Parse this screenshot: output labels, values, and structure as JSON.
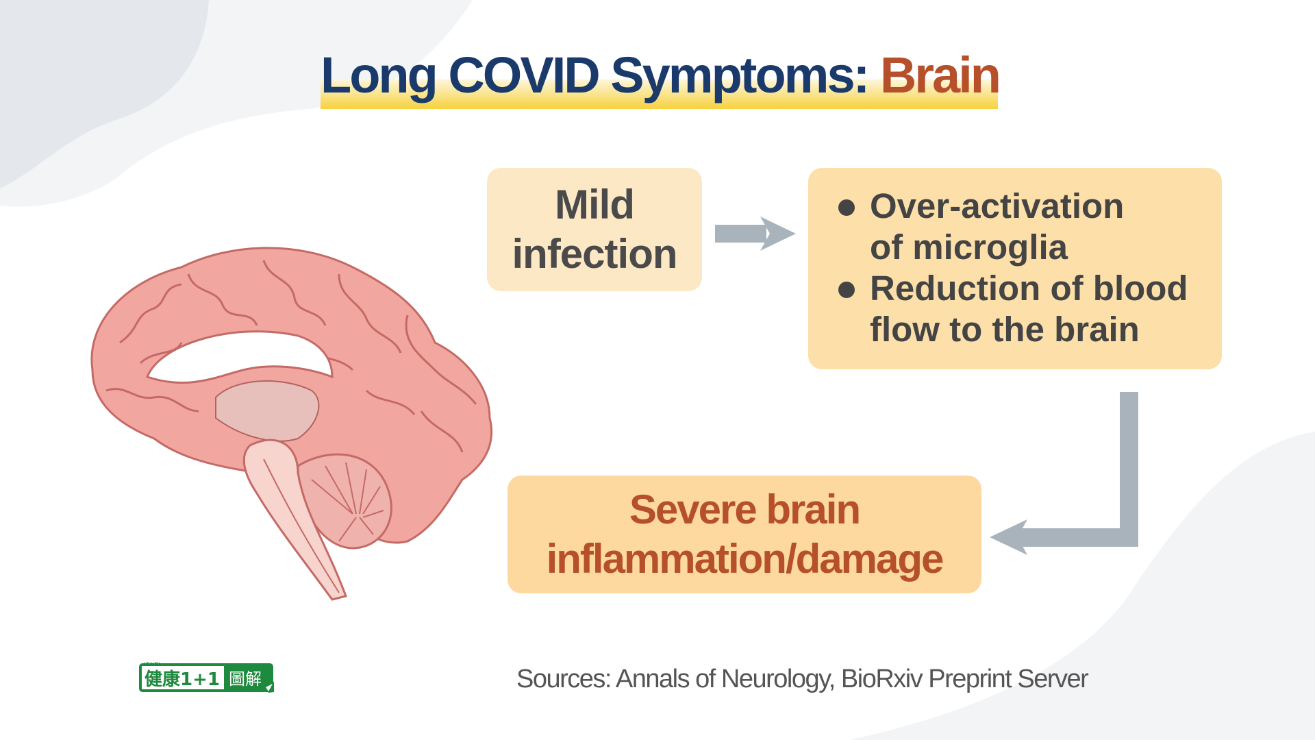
{
  "title": {
    "main": "Long COVID Symptoms: ",
    "accent": "Brain"
  },
  "flow": {
    "start": {
      "lines": [
        "Mild",
        "infection"
      ]
    },
    "effects": {
      "items": [
        {
          "lines": [
            "Over-activation",
            "of microglia"
          ]
        },
        {
          "lines": [
            "Reduction of blood",
            "flow to the brain"
          ]
        }
      ]
    },
    "result": {
      "lines": [
        "Severe brain",
        "inflammation/damage"
      ]
    }
  },
  "sources": "Sources: Annals of Neurology, BioRxiv Preprint Server",
  "logo": {
    "tag": "HEALTH",
    "left": "健康1+1",
    "right": "圖解"
  },
  "colors": {
    "navy": "#1a3a6b",
    "accent": "#b5502a",
    "arrow": "#a9b3bb",
    "logo_green": "#1e8a3e"
  }
}
